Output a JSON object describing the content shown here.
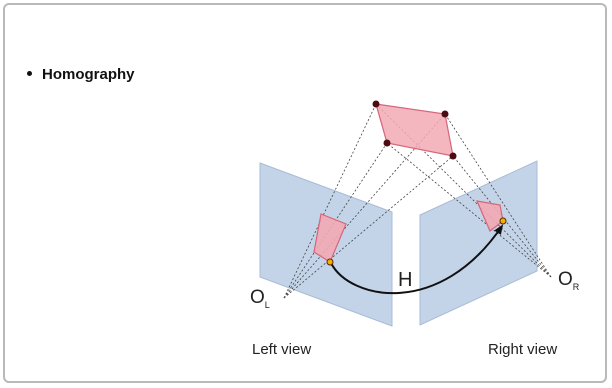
{
  "slide": {
    "bullet_text": "Homography"
  },
  "diagram": {
    "left_camera_label": "O",
    "left_camera_subscript": "L",
    "right_camera_label": "O",
    "right_camera_subscript": "R",
    "transform_label": "H",
    "left_view_caption": "Left view",
    "right_view_caption": "Right view"
  },
  "colors": {
    "image_plane": "#c3d3e8",
    "image_plane_border": "#a9bcd6",
    "region_fill": "#f2a9b4",
    "region_stroke": "#d6667a",
    "point": "#4b0c12",
    "highlight_point": "#f2b000",
    "arrow": "#111111"
  }
}
